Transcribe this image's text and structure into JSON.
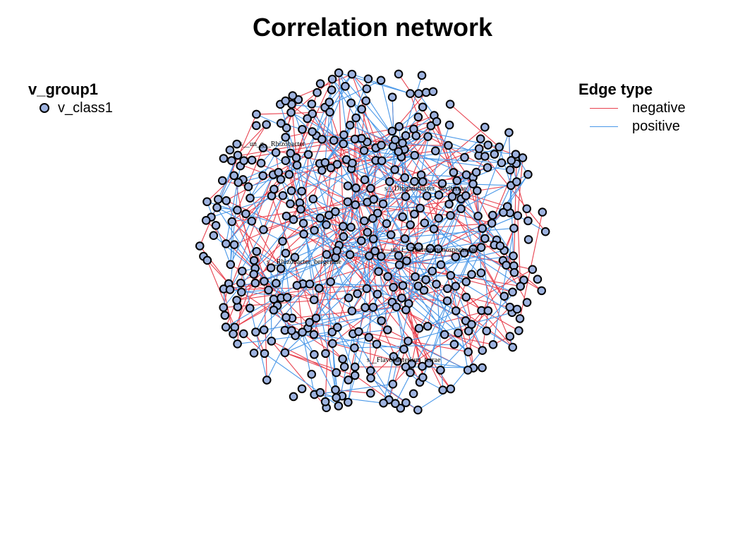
{
  "chart_data": {
    "type": "network",
    "title": "Correlation network",
    "node_legend": {
      "title": "v_group1",
      "entries": [
        {
          "label": "v_class1",
          "color": "#9EB3E0"
        }
      ]
    },
    "edge_legend": {
      "title": "Edge type",
      "entries": [
        {
          "label": "negative",
          "color": "#E8424F"
        },
        {
          "label": "positive",
          "color": "#4A98E8"
        }
      ]
    },
    "approx_node_count": 440,
    "approx_edge_count": {
      "negative": 330,
      "positive": 330
    },
    "labeled_nodes": [
      "s__un_g__Rhizobacter",
      "s__Dinghuibacter_silviterrae",
      "s__un_f__Thermomonosporaceae",
      "s__Rhizobacter_bergeniae",
      "s__Flavobacterium_terrae"
    ]
  }
}
